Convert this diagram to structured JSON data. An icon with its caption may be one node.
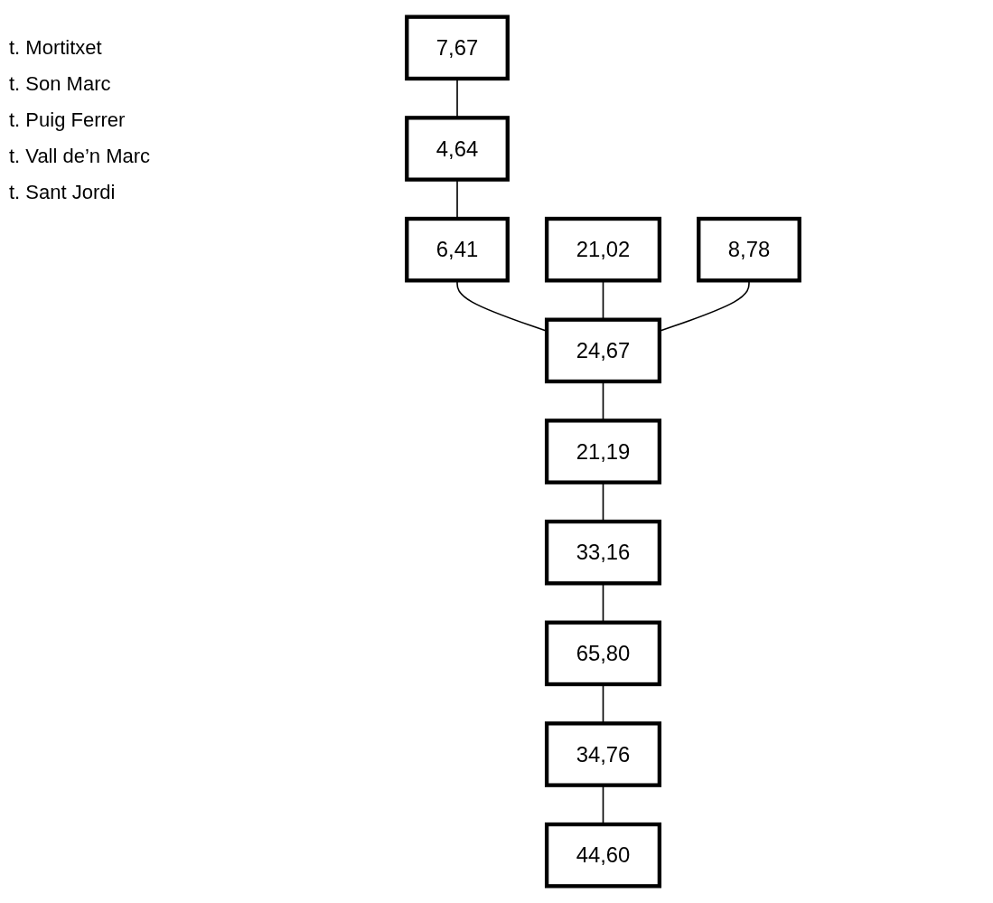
{
  "diagram": {
    "nodes": [
      {
        "text": [
          "7,67"
        ]
      },
      {
        "text": [
          "21,02"
        ]
      },
      {
        "text": [
          "4,64"
        ]
      },
      {
        "text": [
          "8,78"
        ]
      },
      {
        "text": [
          "6,41"
        ]
      },
      {
        "text": [
          "24,67"
        ]
      },
      {
        "text": [
          "21,19"
        ]
      },
      {
        "text": [
          "33,16"
        ]
      },
      {
        "text": [
          "65,80"
        ]
      },
      {
        "text": [
          "34,76"
        ]
      },
      {
        "text": [
          "44,60"
        ]
      }
    ],
    "edges": [
      {
        "from": 0,
        "to": 2,
        "arrow": "none"
      },
      {
        "from": 2,
        "to": 4,
        "arrow": "none"
      },
      {
        "from": 4,
        "to": 5,
        "arrow": "none"
      },
      {
        "from": 1,
        "to": 5,
        "arrow": "none"
      },
      {
        "from": 3,
        "to": 5,
        "arrow": "none"
      },
      {
        "from": 5,
        "to": 6,
        "arrow": "none"
      },
      {
        "from": 6,
        "to": 7,
        "arrow": "none"
      },
      {
        "from": 7,
        "to": 8,
        "arrow": "none"
      },
      {
        "from": 8,
        "to": 9,
        "arrow": "none"
      },
      {
        "from": 9,
        "to": 10,
        "arrow": "none"
      }
    ],
    "labels": [
      "t. Mortitxet",
      "t. Son Marc",
      "t. Puig Ferrer",
      "t. Vall de’n Marc",
      "t. Sant Jordi"
    ]
  }
}
